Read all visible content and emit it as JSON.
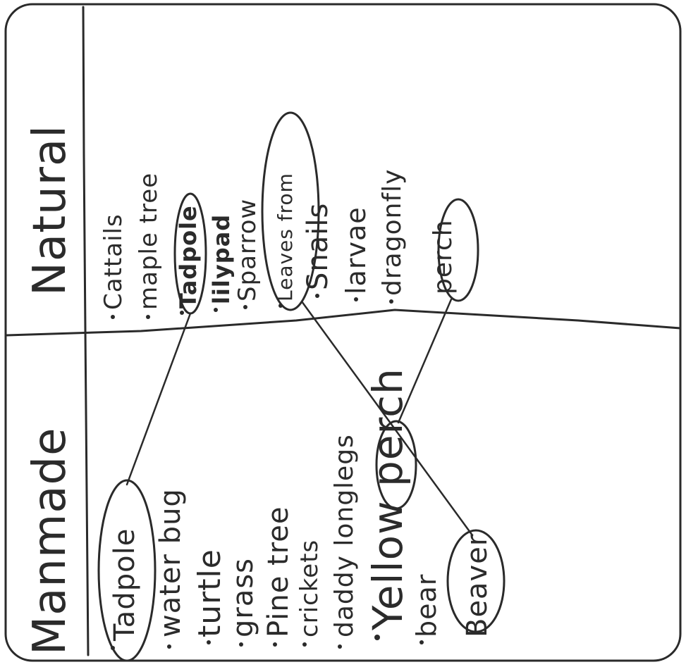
{
  "headings": {
    "natural": "Natural",
    "manmade": "Manmade"
  },
  "natural_items": [
    "Cattails",
    "maple tree",
    "Tadpole",
    "lilypad",
    "Sparrow",
    "Leaves from",
    "Snails",
    "larvae",
    "dragonfly",
    "perch"
  ],
  "manmade_items": [
    "Tadpole",
    "water bug",
    "turtle",
    "grass",
    "Pine tree",
    "crickets",
    "daddy longlegs",
    "Yellow perch",
    "bear",
    "Beaver"
  ],
  "colors": {
    "ink": "#2b2b2b",
    "paper": "#ffffff"
  }
}
